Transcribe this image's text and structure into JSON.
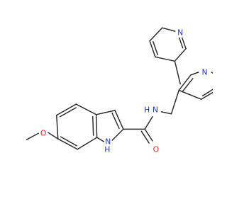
{
  "molecule": {
    "atom_labels": {
      "methoxy_o": "O",
      "indole_nh_h": "H",
      "indole_nh_n": "N",
      "amide_o": "O",
      "amide_n": "N",
      "amide_h": "H",
      "pyridine1_n": "N",
      "pyridine2_n": "N"
    }
  },
  "colors": {
    "bond": "#2b2b2b",
    "oxygen": "#e8231c",
    "nitrogen": "#2233dd"
  }
}
